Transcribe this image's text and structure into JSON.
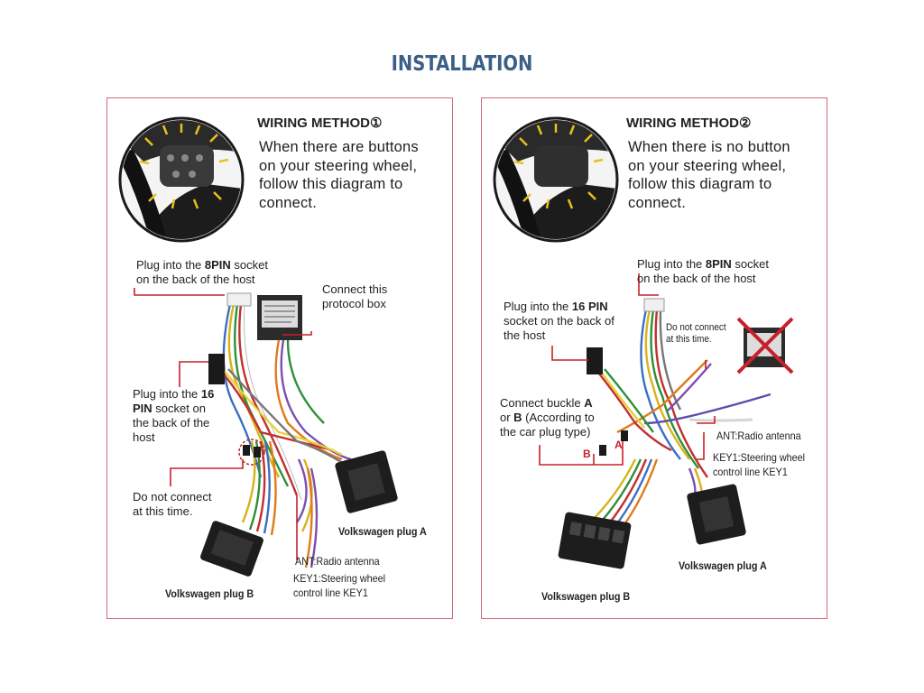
{
  "title": "INSTALLATION",
  "panels": [
    {
      "method": "WIRING METHOD①",
      "description": [
        "When there are buttons",
        "on your steering wheel,",
        "follow this diagram to",
        "connect."
      ],
      "labels": {
        "pin8_a": "Plug into the ",
        "pin8_b": "8PIN",
        "pin8_c": " socket",
        "pin8_d": "on the back of the host",
        "box_1": "Connect this",
        "box_2": "protocol box",
        "pin16_a": "Plug into the ",
        "pin16_b": "16",
        "pin16_c": "PIN",
        "pin16_d": " socket  on",
        "pin16_e": "the back of the",
        "pin16_f": "host",
        "dnc_1": "Do not connect",
        "dnc_2": "at this time.",
        "plug_a": "Volkswagen plug A",
        "plug_b": "Volkswagen plug B",
        "ant": "ANT:Radio antenna",
        "key1_1": "KEY1:Steering wheel",
        "key1_2": "control line KEY1"
      }
    },
    {
      "method": "WIRING METHOD②",
      "description": [
        "When there is no button",
        "on your steering wheel,",
        "follow this diagram to",
        "connect."
      ],
      "labels": {
        "pin8_a": "Plug into the ",
        "pin8_b": "8PIN",
        "pin8_c": " socket",
        "pin8_d": "on the back of the host",
        "pin16_a": "Plug into the ",
        "pin16_b": "16 PIN",
        "pin16_c": "socket on the back of",
        "pin16_d": "the host",
        "dnc_1": "Do not connect",
        "dnc_2": "at this time.",
        "buckle_a": "Connect buckle ",
        "buckle_b": "A",
        "buckle_c": "or ",
        "buckle_d": "B",
        "buckle_e": " (According to",
        "buckle_f": "the car plug type)",
        "tag_b": "B",
        "tag_a": "A",
        "ant": "ANT:Radio antenna",
        "key1_1": "KEY1:Steering wheel",
        "key1_2": "control line KEY1",
        "plug_a": "Volkswagen plug A",
        "plug_b": "Volkswagen plug B"
      }
    }
  ],
  "colors": {
    "title": "#3b5f86",
    "border": "#d26a77",
    "leader": "#c8202a",
    "highlight": "#e8c21a"
  }
}
